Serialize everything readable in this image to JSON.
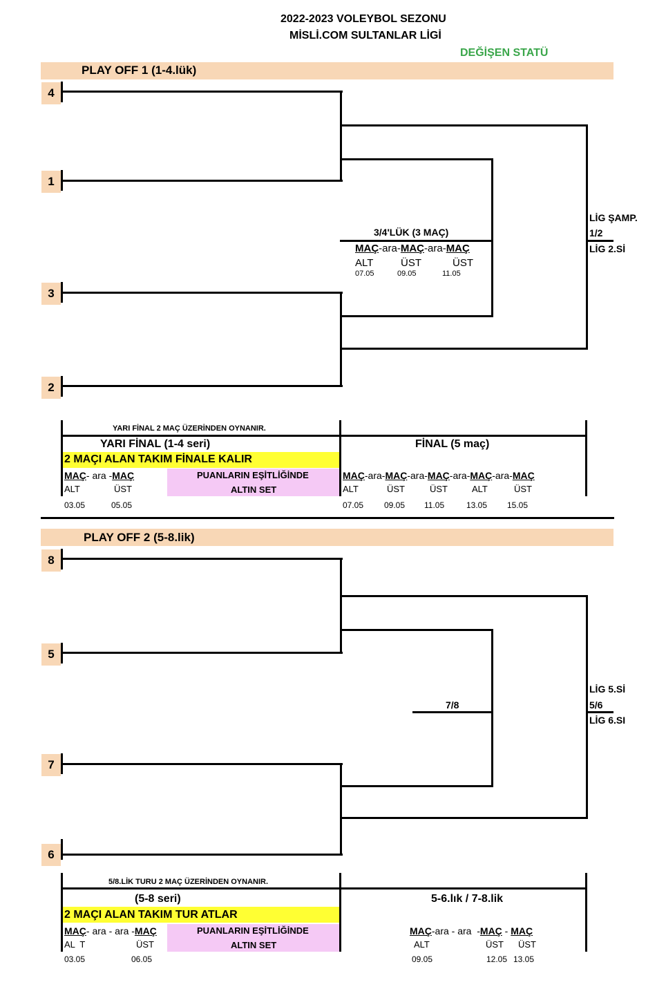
{
  "header": {
    "title_line1": "2022-2023 VOLEYBOL SEZONU",
    "title_line2": "MİSLİ.COM SULTANLAR LİGİ",
    "status": "DEĞİŞEN STATÜ"
  },
  "playoff1": {
    "banner": "PLAY OFF 1 (1-4.lük)",
    "seeds": [
      "4",
      "1",
      "3",
      "2"
    ],
    "third_place": {
      "title": "3/4'LÜK (3 MAÇ)",
      "m1": "MAÇ",
      "sep1": "-ara-",
      "m2": "MAÇ",
      "sep2": "-ara-",
      "m3": "MAÇ",
      "venues": [
        "ALT",
        "ÜST",
        "ÜST"
      ],
      "dates": [
        "07.05",
        "09.05",
        "11.05"
      ]
    },
    "final_outcome": {
      "line1": "LİG ŞAMP.",
      "line2": "1/2",
      "line3": "LİG 2.Sİ"
    },
    "semi": {
      "note": "YARI FİNAL 2 MAÇ ÜZERİNDEN OYNANIR.",
      "title": "YARI FİNAL (1-4 seri)",
      "rule": "2 MAÇI ALAN TAKIM FİNALE KALIR",
      "m1": "MAÇ",
      "sep": "- ara -",
      "m2": "MAÇ",
      "venues": [
        "ALT",
        "ÜST"
      ],
      "tie_line1": "PUANLARIN EŞİTLİĞİNDE",
      "tie_line2": "ALTIN SET",
      "dates": [
        "03.05",
        "05.05"
      ]
    },
    "final": {
      "title": "FİNAL (5 maç)",
      "m1": "MAÇ",
      "s1": "-ara-",
      "m2": "MAÇ",
      "s2": "-ara-",
      "m3": "MAÇ",
      "s3": "-ara-",
      "m4": "MAÇ",
      "s4": "-ara-",
      "m5": "MAÇ",
      "venues": [
        "ALT",
        "ÜST",
        "ÜST",
        "ALT",
        "ÜST"
      ],
      "dates": [
        "07.05",
        "09.05",
        "11.05",
        "13.05",
        "15.05"
      ]
    }
  },
  "playoff2": {
    "banner": "PLAY OFF 2 (5-8.lik)",
    "seeds": [
      "8",
      "5",
      "7",
      "6"
    ],
    "seventh_label": "7/8",
    "final_outcome": {
      "line1": "LİG 5.Sİ",
      "line2": "5/6",
      "line3": "LİG 6.SI"
    },
    "first_round": {
      "note": "5/8.LİK TURU 2 MAÇ ÜZERİNDEN OYNANIR.",
      "title": "(5-8 seri)",
      "rule": "2 MAÇI ALAN TAKIM TUR ATLAR",
      "m1": "MAÇ",
      "sep": "- ara - ara -",
      "m2": "MAÇ",
      "venues": [
        "AL  T",
        "ÜST"
      ],
      "tie_line1": "PUANLARIN EŞİTLİĞİNDE",
      "tie_line2": "ALTIN SET",
      "dates": [
        "03.05",
        "06.05"
      ]
    },
    "placement": {
      "title": "5-6.lık / 7-8.lik",
      "m1": "MAÇ",
      "s1": "-ara - ara  -",
      "m2": "MAÇ",
      "s2": " - ",
      "m3": "MAÇ",
      "venues": [
        "ALT",
        "ÜST",
        "ÜST"
      ],
      "dates": [
        "09.05",
        "12.05",
        "13.05"
      ]
    }
  }
}
